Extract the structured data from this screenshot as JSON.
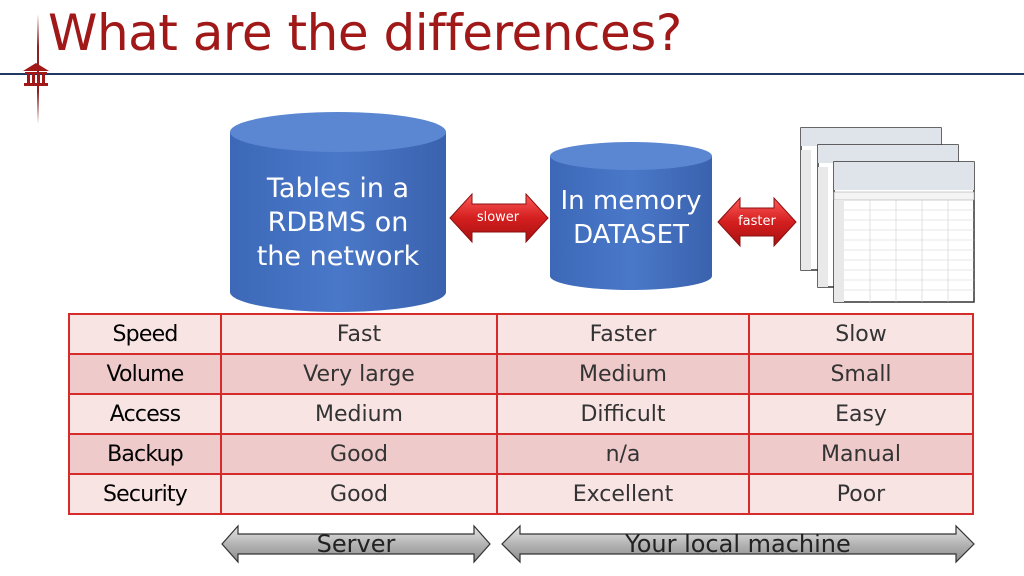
{
  "slide": {
    "title": "What are the differences?"
  },
  "diagram": {
    "rdbms_label": "Tables in a RDBMS on the network",
    "dataset_label": "In memory DATASET",
    "slower_label": "slower",
    "faster_label": "faster",
    "spreadsheet_icon": "spreadsheet-stack-icon"
  },
  "table": {
    "rows": [
      {
        "head": "Speed",
        "c1": "Fast",
        "c2": "Faster",
        "c3": "Slow"
      },
      {
        "head": "Volume",
        "c1": "Very large",
        "c2": "Medium",
        "c3": "Small"
      },
      {
        "head": "Access",
        "c1": "Medium",
        "c2": "Difficult",
        "c3": "Easy"
      },
      {
        "head": "Backup",
        "c1": "Good",
        "c2": "n/a",
        "c3": "Manual"
      },
      {
        "head": "Security",
        "c1": "Good",
        "c2": "Excellent",
        "c3": "Poor"
      }
    ]
  },
  "footer": {
    "server_label": "Server",
    "local_label": "Your local machine"
  },
  "colors": {
    "title": "#a01818",
    "cylinder": "#4472c4",
    "arrow_red": "#d41f1f",
    "table_border": "#d52b2b",
    "row_light": "#f9e4e4",
    "row_dark": "#efcaca"
  }
}
